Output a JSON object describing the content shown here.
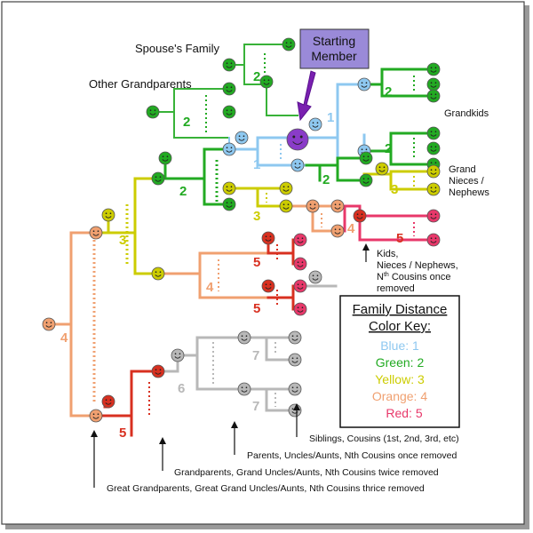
{
  "labels": {
    "spouse_family": "Spouse's Family",
    "other_grandparents": "Other Grandparents",
    "starting_member_line1": "Starting",
    "starting_member_line2": "Member",
    "grandkids": "Grandkids",
    "grand_nieces_line1": "Grand",
    "grand_nieces_line2": "Nieces /",
    "grand_nieces_line3": "Nephews",
    "kids_line1": "Kids,",
    "kids_line2": "Nieces / Nephews,",
    "kids_line3_a": "N",
    "kids_line3_sup": "th",
    "kids_line3_b": " Cousins once",
    "kids_line4": "removed",
    "siblings": "Siblings, Cousins (1st, 2nd, 3rd, etc)",
    "parents": "Parents, Uncles/Aunts, Nth Cousins once removed",
    "grandparents": "Grandparents, Grand Uncles/Aunts, Nth Cousins twice removed",
    "great_grandparents": "Great Grandparents, Great Grand Uncles/Aunts, Nth Cousins thrice removed"
  },
  "color_key": {
    "title_line1": "Family Distance",
    "title_line2": "Color Key:",
    "entries": [
      {
        "label": "Blue: 1",
        "color": "#8ec8f0"
      },
      {
        "label": "Green: 2",
        "color": "#22aa22"
      },
      {
        "label": "Yellow: 3",
        "color": "#cccc00"
      },
      {
        "label": "Orange: 4",
        "color": "#f0a070"
      },
      {
        "label": "Red: 5",
        "color": "#e8386a"
      }
    ]
  },
  "distance_numbers": {
    "blue_a": "1",
    "blue_b": "1",
    "green_spouse": "2",
    "green_other": "2",
    "green_main": "2",
    "green_grandkids_a": "2",
    "green_grandkids_b": "2",
    "green_nieces": "2",
    "yellow_main": "3",
    "yellow_sub": "3",
    "yellow_grand": "3",
    "orange_main": "4",
    "orange_sub": "4",
    "orange_kids": "4",
    "red_a": "5",
    "red_b": "5",
    "red_c": "5",
    "red_left": "5",
    "gray_6": "6",
    "gray_7a": "7",
    "gray_7b": "7"
  },
  "colors": {
    "blue": "#8ec8f0",
    "green": "#22aa22",
    "yellow": "#cccc00",
    "orange": "#f0a070",
    "red": "#d83020",
    "pink": "#e8386a",
    "gray": "#b8b8b8",
    "purple": "#8a3cc8",
    "callout": "#9a8ad8"
  }
}
